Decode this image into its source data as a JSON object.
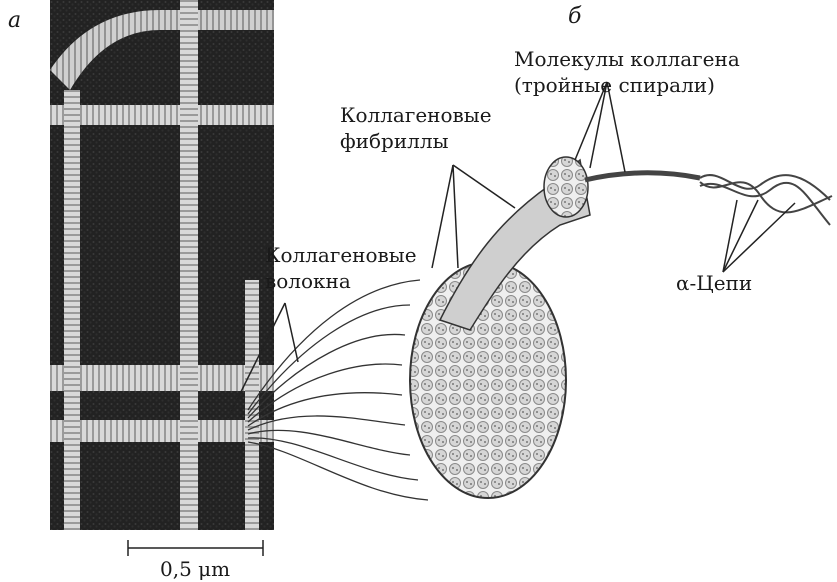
{
  "panels": {
    "a": "а",
    "b": "б"
  },
  "labels": {
    "molecules_line1": "Молекулы коллагена",
    "molecules_line2": "(тройные спирали)",
    "fibrils_line1": "Коллагеновые",
    "fibrils_line2": "фибриллы",
    "fibers_line1": "Коллагеновые",
    "fibers_line2": "волокна",
    "alpha_chains": "α-Цепи"
  },
  "scale_bar": {
    "label": "0,5 μm"
  },
  "colors": {
    "micrograph_bg": "#1a1a1a",
    "fiber": "#e8e8e8",
    "line": "#222222"
  }
}
